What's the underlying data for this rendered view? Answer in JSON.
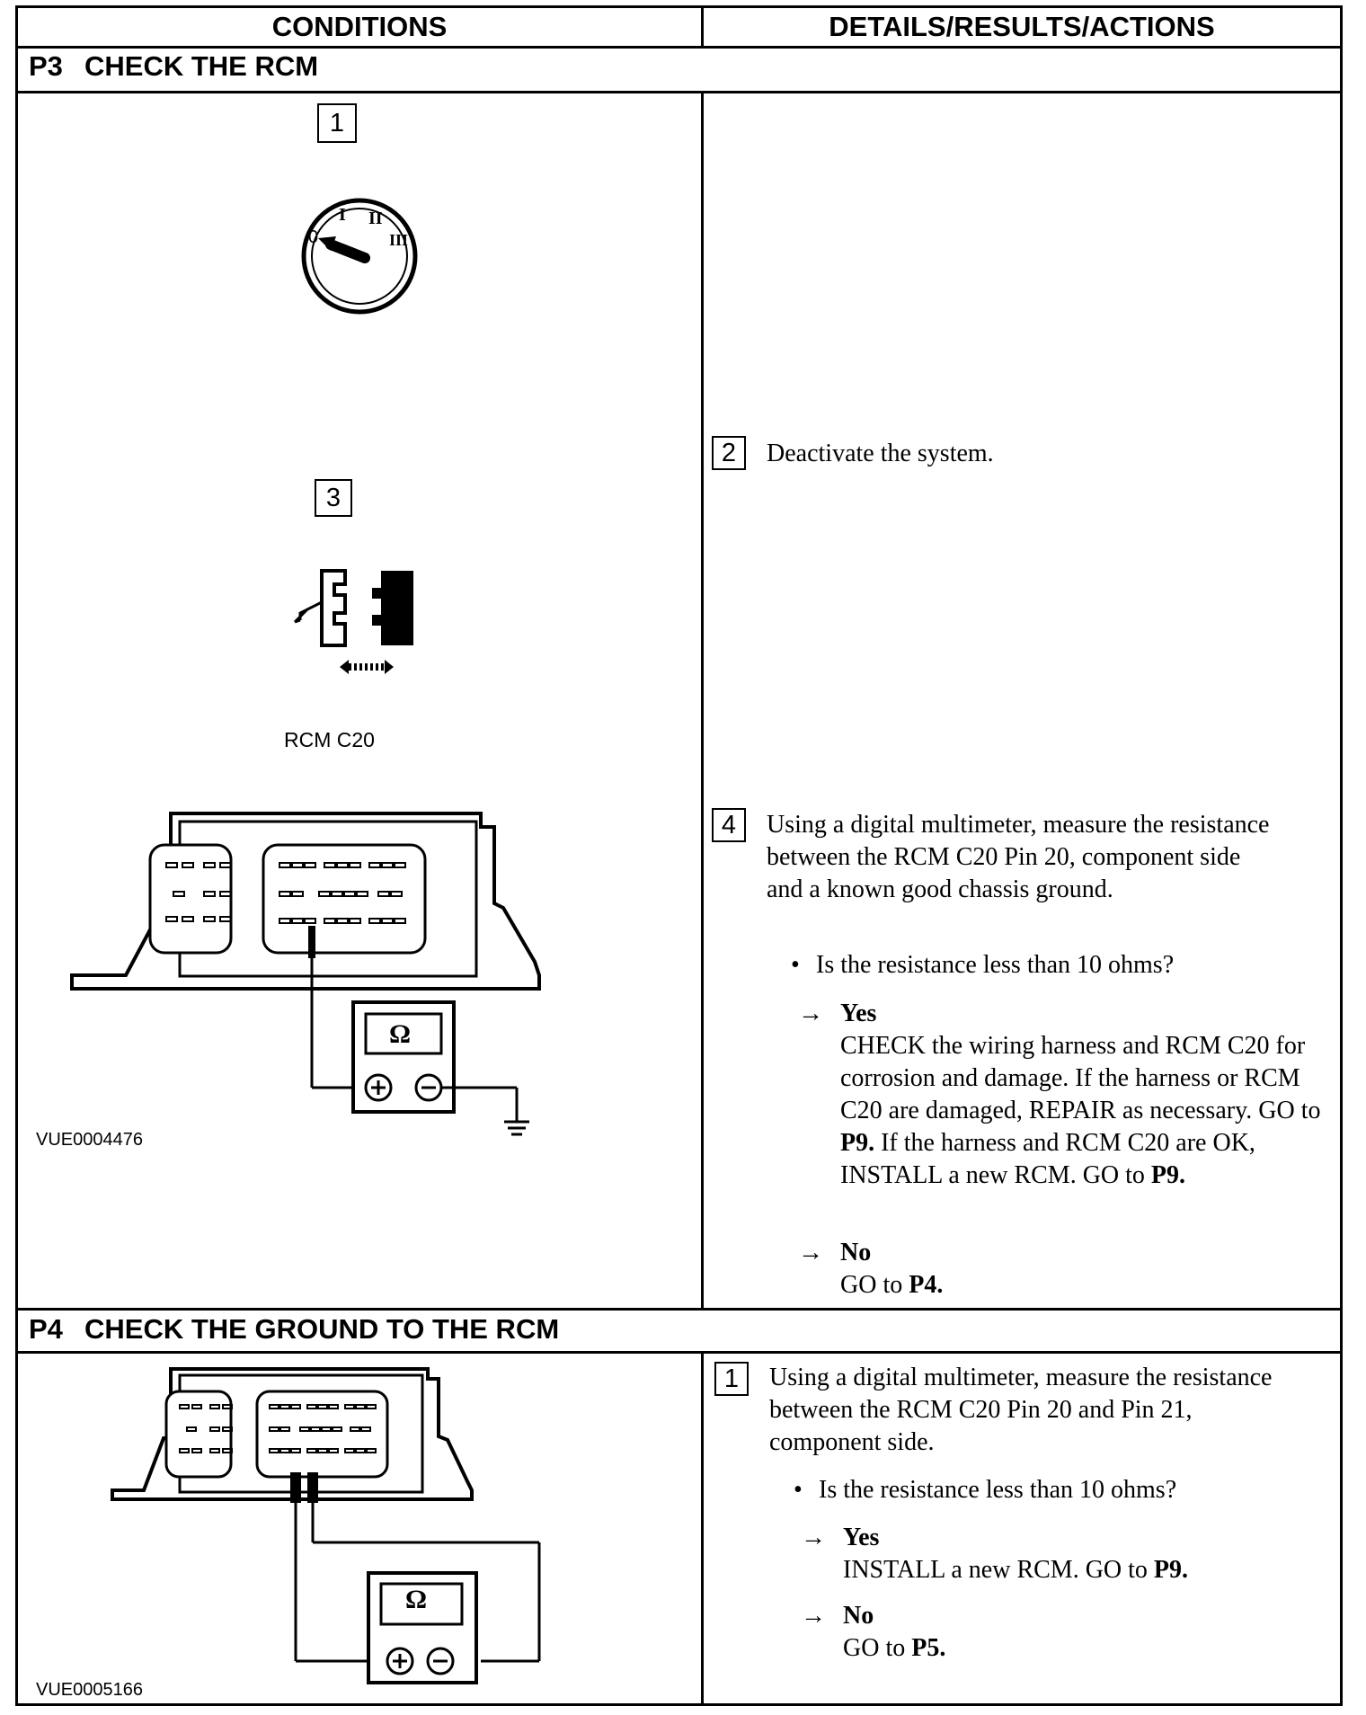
{
  "header": {
    "conditions": "CONDITIONS",
    "details": "DETAILS/RESULTS/ACTIONS"
  },
  "p3": {
    "code": "P3",
    "title": "CHECK THE RCM",
    "step1_num": "1",
    "step2_num": "2",
    "step2_text": "Deactivate the system.",
    "step3_num": "3",
    "connector_label": "RCM C20",
    "step4_num": "4",
    "step4_text": "Using a digital multimeter, measure the resistance between the RCM C20 Pin 20, component side and a known good chassis ground.",
    "question": "Is the resistance less than 10 ohms?",
    "yes_label": "Yes",
    "yes_pre": "CHECK the wiring harness and RCM C20 for corrosion and damage. If the harness or RCM C20 are damaged, REPAIR as necessary. GO to ",
    "yes_ref1": "P9.",
    "yes_mid": " If the harness and RCM C20 are OK, INSTALL a new RCM. GO to ",
    "yes_ref2": "P9.",
    "no_label": "No",
    "no_pre": "GO to ",
    "no_ref": "P4.",
    "fig_id": "VUE0004476",
    "ohm_symbol": "Ω",
    "ign_positions": [
      "0",
      "I",
      "II",
      "III"
    ]
  },
  "p4": {
    "code": "P4",
    "title": "CHECK THE GROUND TO THE RCM",
    "step1_num": "1",
    "step1_text": "Using a digital multimeter, measure the resistance between the RCM C20 Pin 20 and Pin 21, component side.",
    "question": "Is the resistance less than 10 ohms?",
    "yes_label": "Yes",
    "yes_pre": "INSTALL a new RCM. GO to ",
    "yes_ref": "P9.",
    "no_label": "No",
    "no_pre": "GO to ",
    "no_ref": "P5.",
    "fig_id": "VUE0005166",
    "ohm_symbol": "Ω"
  }
}
